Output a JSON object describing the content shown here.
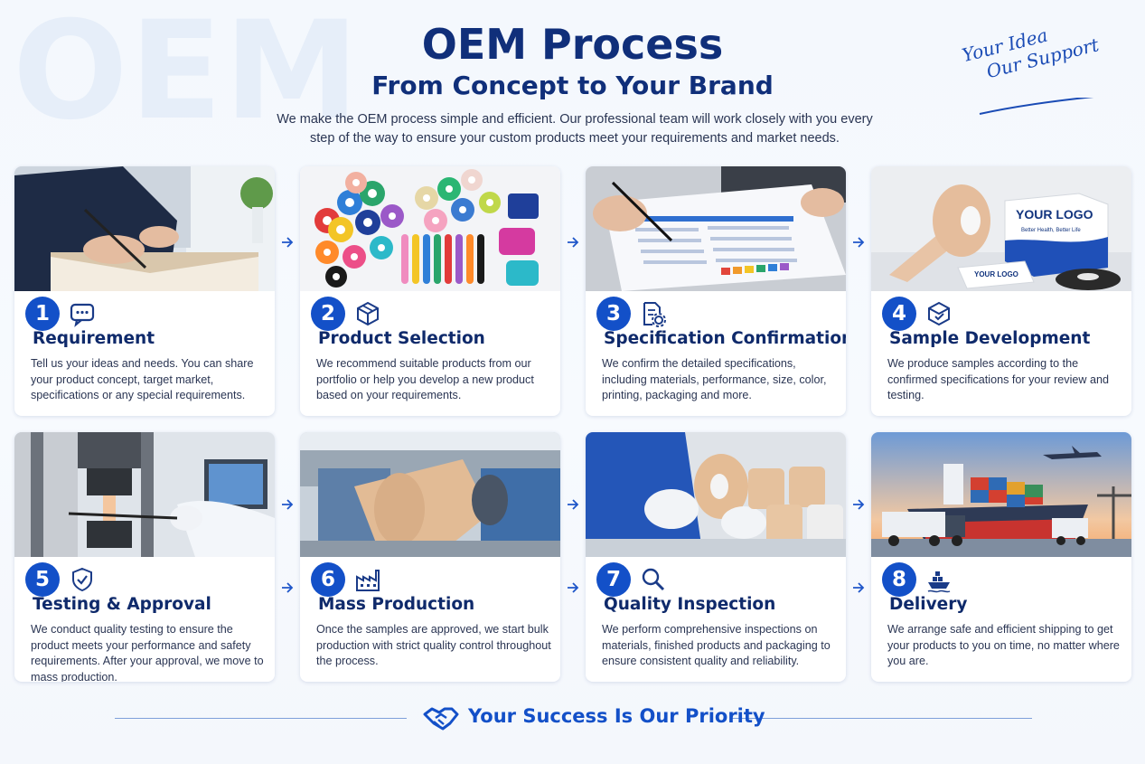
{
  "watermark": "OEM",
  "header": {
    "title": "OEM Process",
    "subtitle": "From Concept to Your Brand",
    "intro": "We make the OEM process simple and efficient. Our professional team will work closely with you every step of the way to ensure your custom products meet your requirements and market needs."
  },
  "slogan": {
    "line1": "Your Idea",
    "line2": "Our Support"
  },
  "steps": [
    {
      "number": "1",
      "title": "Requirement",
      "icon": "chat-icon",
      "text": "Tell us your ideas and needs. You can share your product concept, target market, specifications or any special requirements."
    },
    {
      "number": "2",
      "title": "Product Selection",
      "icon": "box-icon",
      "text": "We recommend suitable products from our portfolio or help you develop a new product based on your requirements."
    },
    {
      "number": "3",
      "title": "Specification Confirmation",
      "icon": "document-gear-icon",
      "text": "We confirm the detailed specifications, including materials, performance, size, color, printing, packaging and more."
    },
    {
      "number": "4",
      "title": "Sample Development",
      "icon": "sample-box-icon",
      "text": "We produce samples according to the confirmed specifications for your review and testing."
    },
    {
      "number": "5",
      "title": "Testing & Approval",
      "icon": "shield-check-icon",
      "text": "We conduct quality testing to ensure the product meets your performance and safety requirements. After your approval, we move to mass production."
    },
    {
      "number": "6",
      "title": "Mass Production",
      "icon": "factory-icon",
      "text": "Once the samples are approved, we start bulk production with strict quality control throughout the process."
    },
    {
      "number": "7",
      "title": "Quality Inspection",
      "icon": "magnifier-icon",
      "text": "We perform comprehensive inspections on materials, finished products and packaging to ensure consistent quality and reliability."
    },
    {
      "number": "8",
      "title": "Delivery",
      "icon": "ship-icon",
      "text": "We arrange safe and efficient shipping to get your products to you on time, no matter where you are."
    }
  ],
  "photo_labels": {
    "box_logo": "YOUR LOGO",
    "box_tagline": "Better Health, Better Life",
    "card_logo": "YOUR LOGO"
  },
  "footer": {
    "text": "Your Success Is Our Priority",
    "icon": "handshake-icon"
  },
  "colors": {
    "primary": "#1350c8",
    "heading": "#0f2a6b",
    "background": "#f4f8fd"
  }
}
